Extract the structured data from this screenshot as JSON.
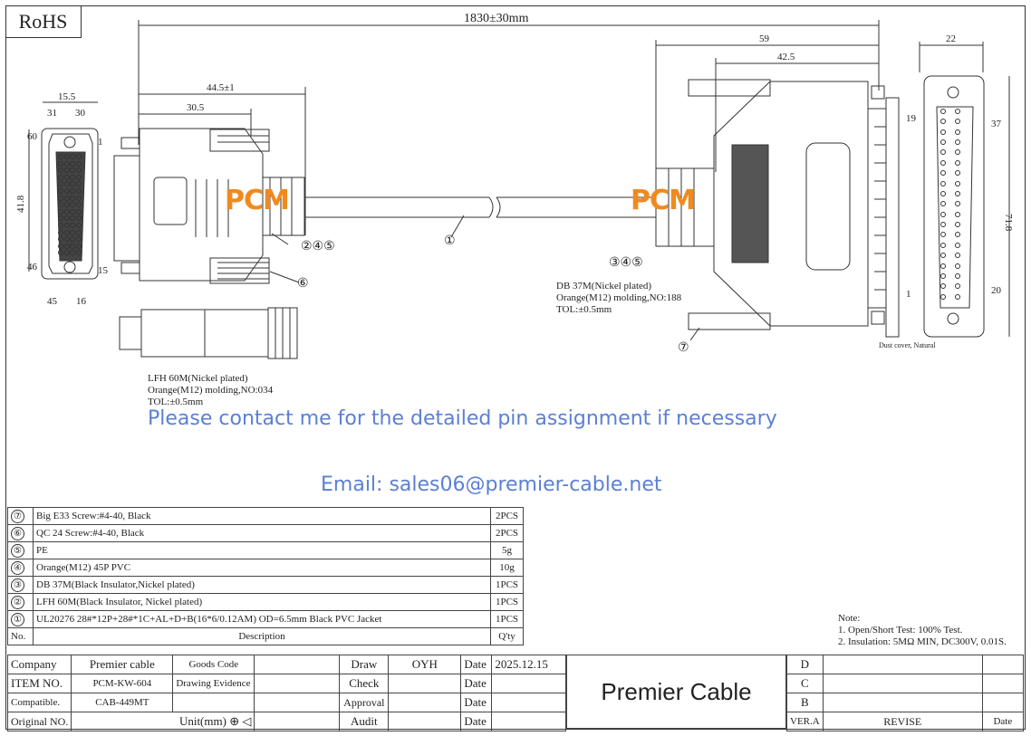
{
  "rohs": "RoHS",
  "dimensions": {
    "total_length": "1830±30mm",
    "left_width": "15.5",
    "left_height": "41.8",
    "left_overall": "44.5±1",
    "left_depth": "30.5",
    "right_overall": "59",
    "right_depth": "42.5",
    "right_width": "22",
    "right_height": "71.8"
  },
  "pin_labels": {
    "left": {
      "p31": "31",
      "p30": "30",
      "p60": "60",
      "p1": "1",
      "p46": "46",
      "p15": "15",
      "p45": "45",
      "p16": "16"
    },
    "right": {
      "p19": "19",
      "p37": "37",
      "p1": "1",
      "p20": "20"
    }
  },
  "callouts": {
    "c1": "①",
    "c245": "②④⑤",
    "c345": "③④⑤",
    "c6": "⑥",
    "c7": "⑦"
  },
  "logo": {
    "left": "PCM",
    "right": "PCM"
  },
  "left_note": [
    "LFH 60M(Nickel plated)",
    "Orange(M12) molding,NO:034",
    "TOL:±0.5mm"
  ],
  "right_note": [
    "DB 37M(Nickel plated)",
    "Orange(M12) molding,NO:188",
    "TOL:±0.5mm"
  ],
  "dust_cover": "Dust cover, Natural",
  "contact_line": "Please contact me for the detailed pin assignment if necessary",
  "email_line": "Email: sales06@premier-cable.net",
  "bom": [
    {
      "no": "⑦",
      "desc": "Big E33 Screw:#4-40, Black",
      "qty": "2PCS"
    },
    {
      "no": "⑥",
      "desc": "QC 24 Screw:#4-40, Black",
      "qty": "2PCS"
    },
    {
      "no": "⑤",
      "desc": "PE",
      "qty": "5g"
    },
    {
      "no": "④",
      "desc": "Orange(M12) 45P PVC",
      "qty": "10g"
    },
    {
      "no": "③",
      "desc": "DB 37M(Black Insulator,Nickel plated)",
      "qty": "1PCS"
    },
    {
      "no": "②",
      "desc": "LFH 60M(Black Insulator, Nickel plated)",
      "qty": "1PCS"
    },
    {
      "no": "①",
      "desc": "UL20276 28#*12P+28#*1C+AL+D+B(16*6/0.12AM) OD=6.5mm Black PVC Jacket",
      "qty": "1PCS"
    }
  ],
  "bom_header": {
    "no": "No.",
    "desc": "Description",
    "qty": "Q'ty"
  },
  "notes": {
    "title": "Note:",
    "line1": "1. Open/Short Test: 100% Test.",
    "line2": "2. Insulation: 5MΩ MIN, DC300V, 0.01S."
  },
  "title_block": {
    "company_label": "Company",
    "company_value": "Premier cable",
    "goods_code_label": "Goods Code",
    "item_label": "ITEM NO.",
    "item_value": "PCM-KW-604",
    "drawing_evidence_label": "Drawing Evidence",
    "compatible_label": "Compatible.",
    "compatible_value": "CAB-449MT",
    "original_label": "Original NO.",
    "unit_label": "Unit(mm)",
    "draw_label": "Draw",
    "draw_value": "OYH",
    "date_label": "Date",
    "date_value": "2025.12.15",
    "check_label": "Check",
    "approval_label": "Approval",
    "audit_label": "Audit",
    "brand": "Premier Cable",
    "revs": [
      "D",
      "C",
      "B"
    ],
    "ver_label": "VER.A",
    "revise_label": "REVISE",
    "rev_date_label": "Date"
  }
}
